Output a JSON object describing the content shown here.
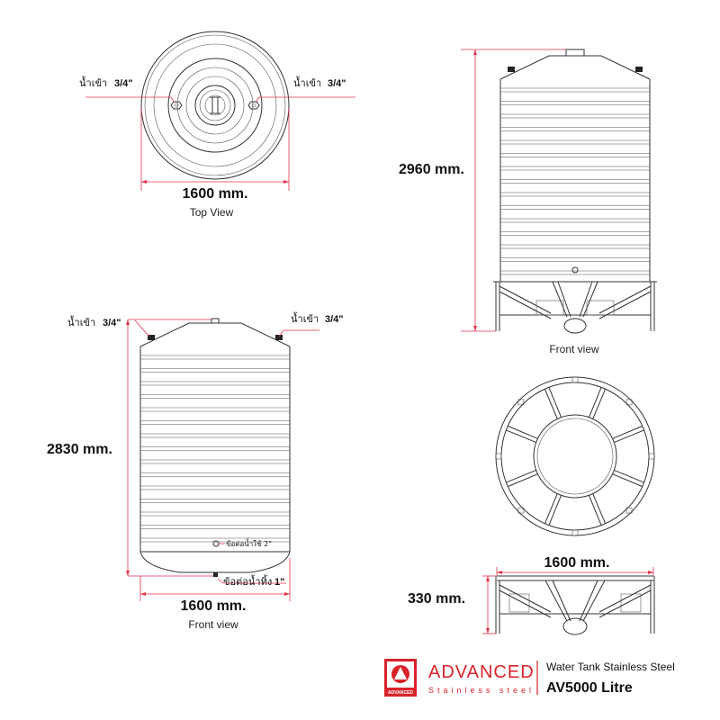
{
  "top_view": {
    "inlet_left_label": "น้ำเข้า",
    "inlet_left_size": "3/4\"",
    "inlet_right_label": "น้ำเข้า",
    "inlet_right_size": "3/4\"",
    "width": "1600 mm.",
    "caption": "Top View"
  },
  "front_view_right": {
    "height": "2960 mm.",
    "caption": "Front view"
  },
  "front_view_left": {
    "inlet_left_label": "น้ำเข้า",
    "inlet_left_size": "3/4\"",
    "inlet_right_label": "น้ำเข้า",
    "inlet_right_size": "3/4\"",
    "height": "2830 mm.",
    "outlet_label": "ข้อต่อน้ำใช้ 2\"",
    "drain_label": "ข้อต่อน้ำทิ้ง",
    "drain_size": "1\"",
    "width": "1600 mm.",
    "caption": "Front view"
  },
  "stand_view": {
    "width": "1600 mm.",
    "height": "330 mm."
  },
  "branding": {
    "brand": "ADVANCED",
    "tagline": "Stainless   steel",
    "logo_text": "ADVANCED",
    "product": "Water Tank Stainless Steel",
    "model": "AV5000 Litre",
    "accent_color": "#d8232a"
  }
}
